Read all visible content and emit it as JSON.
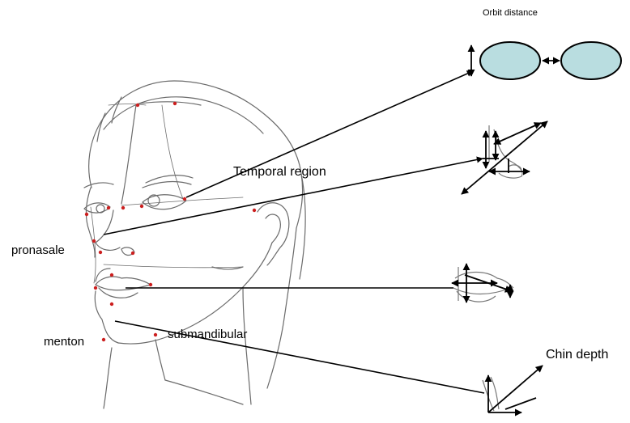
{
  "labels": {
    "orbit_distance": "Orbit distance",
    "temporal_region": "Temporal region",
    "pronasale": "pronasale",
    "menton": "menton",
    "submandibular": "submandibular",
    "chin_depth": "Chin depth"
  },
  "colors": {
    "landmark": "#cc1f1f",
    "sketch": "#6b6b6b",
    "orbit_fill": "#b9dde0",
    "line": "#000000"
  },
  "icons": [
    "face-sketch",
    "orbit-diagram",
    "nose-diagram",
    "lips-diagram",
    "chin-diagram"
  ]
}
